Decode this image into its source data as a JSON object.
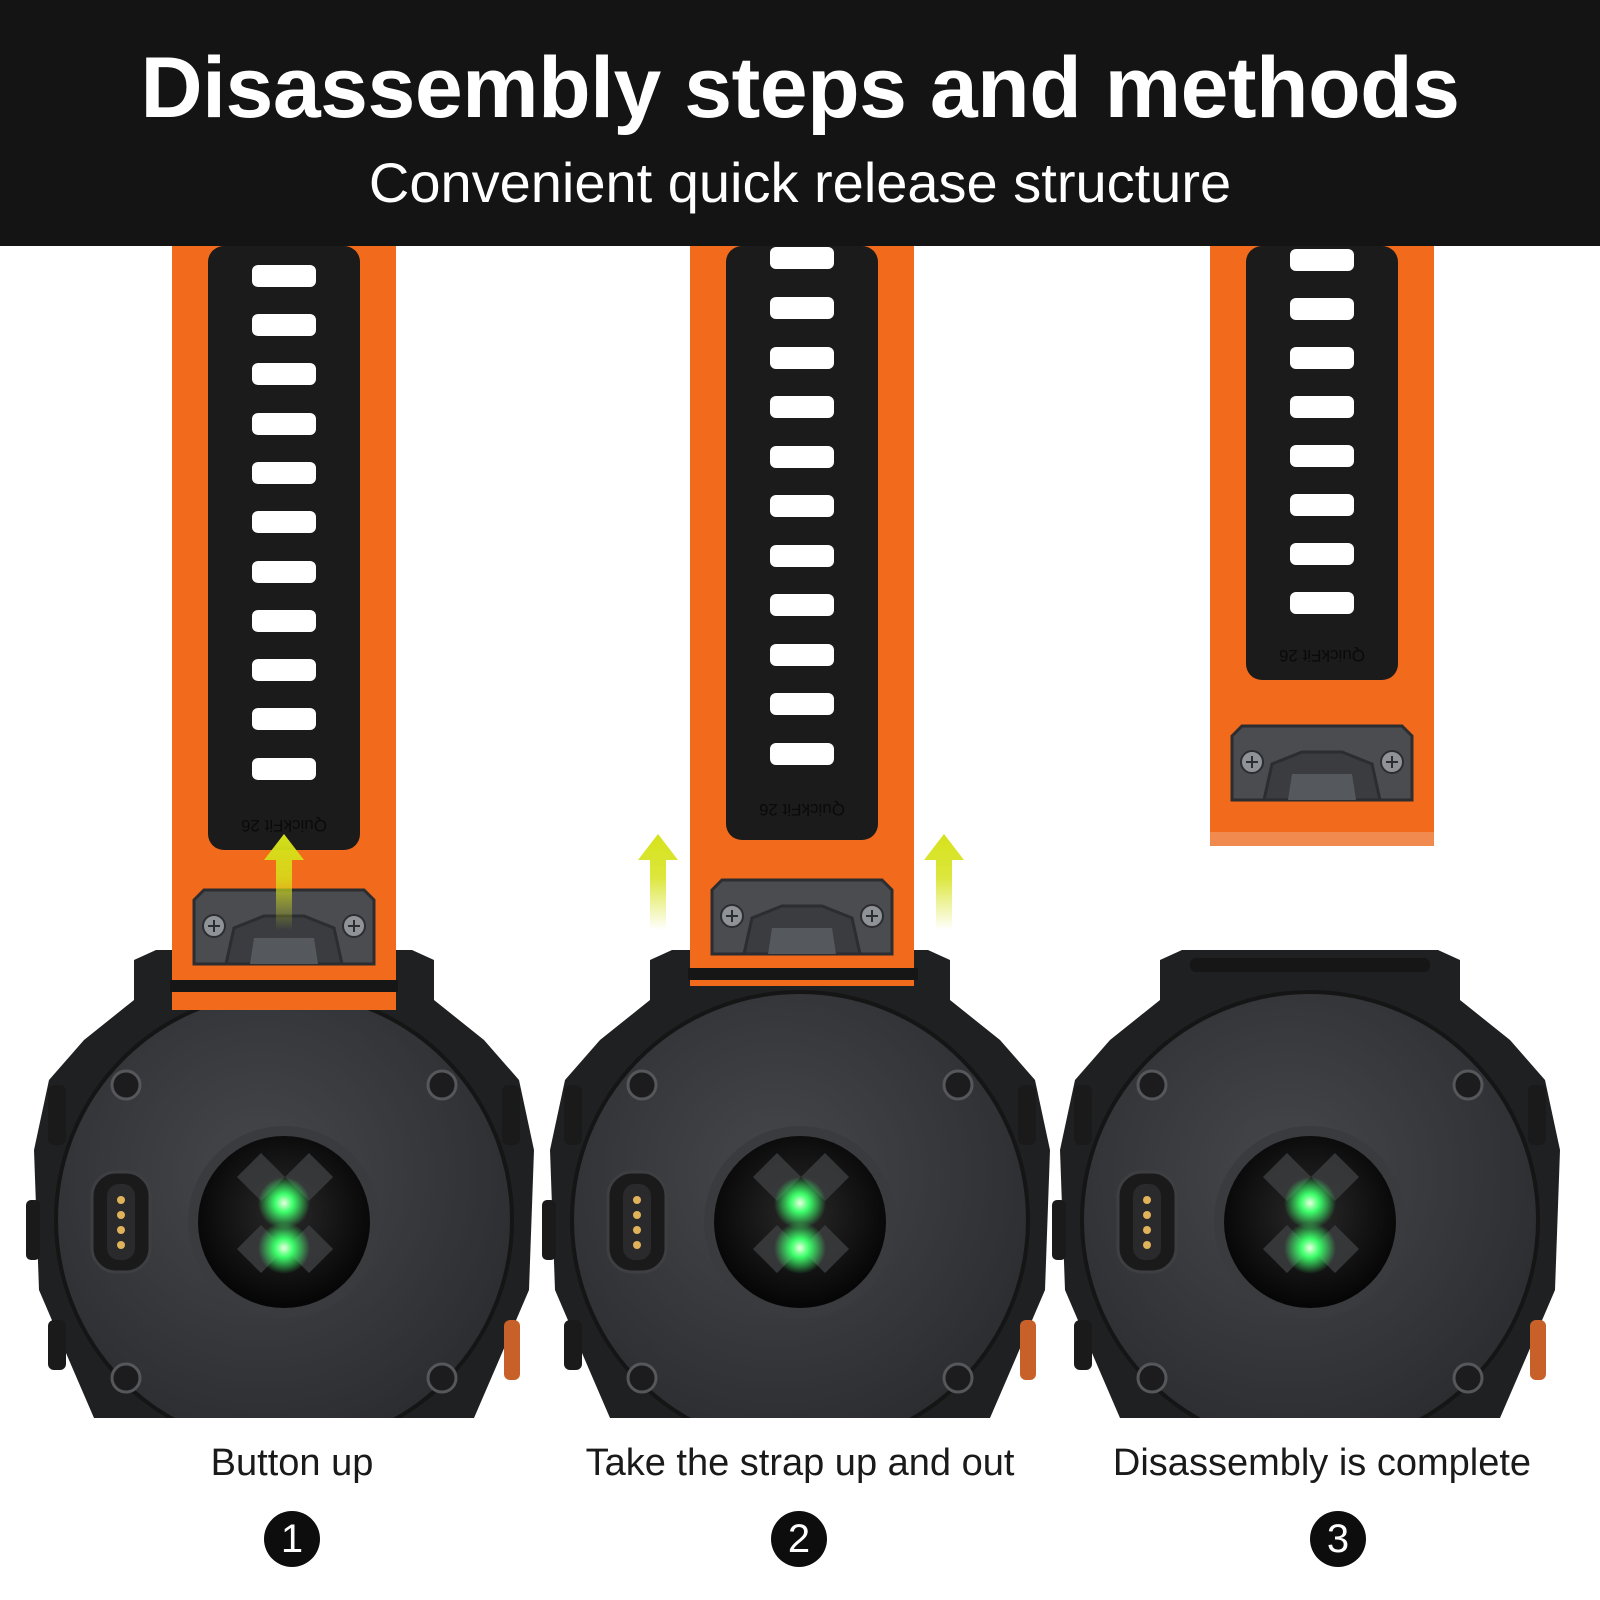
{
  "header": {
    "title": "Disassembly steps and methods",
    "subtitle": "Convenient quick release structure"
  },
  "strap_marking": "QuickFit 26",
  "steps": [
    {
      "number": "1",
      "label": "Button up"
    },
    {
      "number": "2",
      "label": "Take the strap up and out"
    },
    {
      "number": "3",
      "label": "Disassembly is complete"
    }
  ],
  "colors": {
    "header_bg": "#141414",
    "strap_orange": "#f26a1b",
    "strap_black": "#1b1b1b",
    "watch_body": "#2f3033",
    "arrow": "#d6e21a",
    "sensor_led": "#3dff6a"
  },
  "icons": [
    "up-arrow-icon",
    "screw-icon",
    "heart-rate-sensor-icon",
    "charging-port-icon"
  ]
}
